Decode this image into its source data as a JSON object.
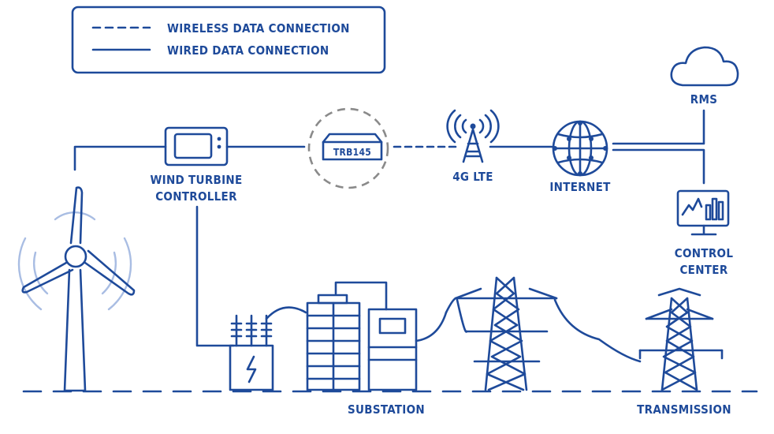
{
  "legend": {
    "wireless": "WIRELESS DATA CONNECTION",
    "wired": "WIRED DATA CONNECTION"
  },
  "nodes": {
    "controller_line1": "WIND TURBINE",
    "controller_line2": "CONTROLLER",
    "router_model": "TRB145",
    "lte": "4G LTE",
    "internet": "INTERNET",
    "rms": "RMS",
    "control_line1": "CONTROL",
    "control_line2": "CENTER",
    "substation": "SUBSTATION",
    "transmission": "TRANSMISSION"
  },
  "colors": {
    "primary": "#1e4a9a",
    "signal_light": "#a9bde3",
    "router_ring": "#8a8a8a"
  },
  "icons": [
    "wind-turbine-icon",
    "controller-icon",
    "router-icon",
    "cell-tower-icon",
    "globe-icon",
    "cloud-icon",
    "monitor-icon",
    "transformer-icon",
    "substation-icon",
    "pylon-icon"
  ]
}
